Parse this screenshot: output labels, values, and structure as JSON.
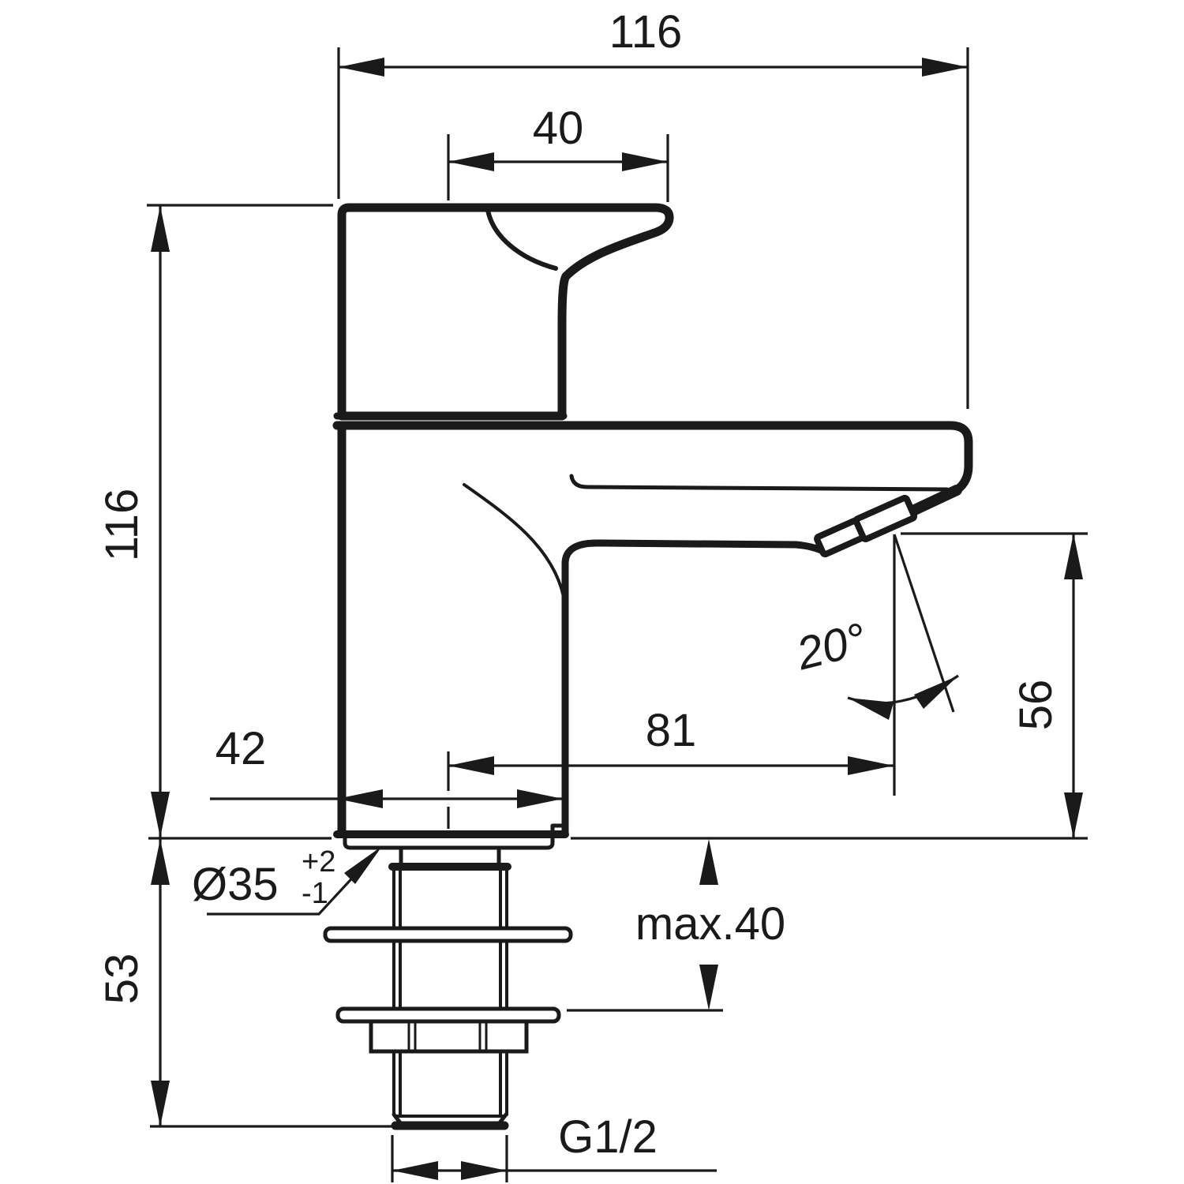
{
  "drawing": {
    "type": "technical-dimension-drawing",
    "subject": "single-lever basin faucet, side elevation with installation shank",
    "units": "mm",
    "colors": {
      "line": "#1a1a1a",
      "background": "#ffffff"
    },
    "labels": {
      "total_width": "116",
      "handle_length": "40",
      "height_above_deck": "116",
      "body_depth": "42",
      "spout_reach": "81",
      "outlet_height": "56",
      "outlet_angle": "20°",
      "hole_diameter": "Ø35",
      "hole_tolerance_upper": "+2",
      "hole_tolerance_lower": "-1",
      "shank_length": "53",
      "max_mounting_thickness": "max.40",
      "thread_size": "G1/2"
    }
  }
}
